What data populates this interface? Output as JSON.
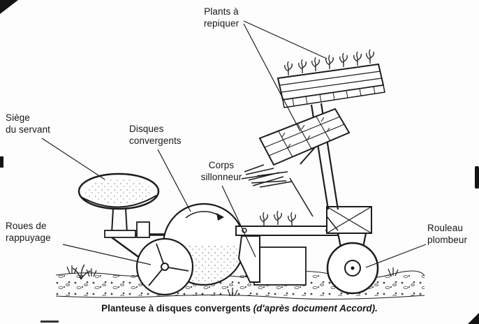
{
  "diagram": {
    "labels": {
      "plants_a_repiquer": "Plants à\nrepiquer",
      "siege_du_servant": "Siège\ndu servant",
      "disques_convergents": "Disques\nconvergents",
      "corps_sillonneur": "Corps\nsillonneur",
      "roues_de_rappuyage": "Roues de\nrappuyage",
      "rouleau_plombeur": "Rouleau\nplombeur"
    },
    "caption": {
      "title": "Planteuse à disques convergents",
      "source": "(d'après document Accord)."
    },
    "colors": {
      "ink": "#1c1c1c",
      "paper": "#fdfdfd"
    }
  }
}
